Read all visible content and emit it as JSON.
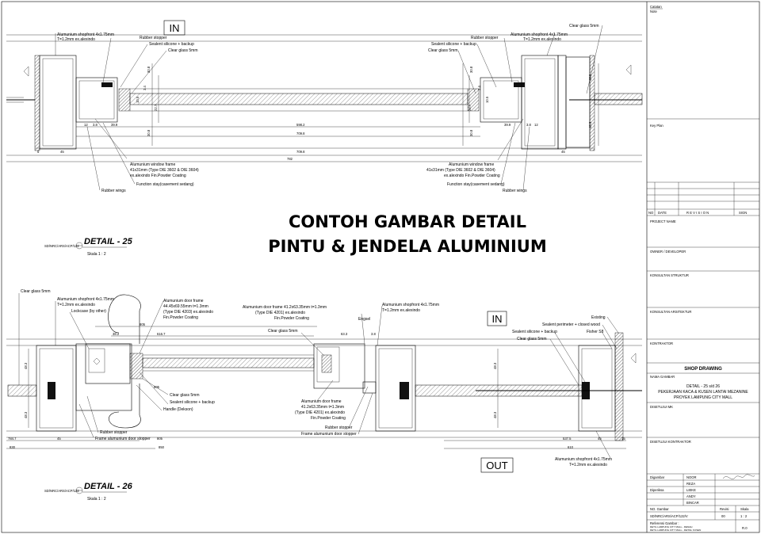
{
  "title": {
    "line1": "CONTOH GAMBAR DETAIL",
    "line2": "PINTU & JENDELA ALUMINIUM"
  },
  "tags": {
    "in_top": "IN",
    "in_bottom": "IN",
    "out_bottom": "OUT"
  },
  "detail25": {
    "title": "DETAIL - 25",
    "scale": "Skala 1 : 2",
    "ref": "SD/NRC/ARS/ACP/122"
  },
  "detail26": {
    "title": "DETAIL - 26",
    "scale": "Skala 1 : 2",
    "ref": "SD/NRC/ARS/ACP/122"
  },
  "top_left_labels": {
    "shopfront": "Alumunium shopfront 4x1.75mm",
    "shopfront2": "T=1.2mm   ex.alexindo",
    "rubber_stopper": "Rubber stopper",
    "sealant": "Sealent silicone + backup",
    "clear_glass": "Clear glass 5mm",
    "window_frame": "Alumunium window frame",
    "window_frame2": "41x31mm (Type DIE 3602 & DIE 3604)",
    "window_frame3": "ex.alexindo Fin.Powder Coating",
    "function_stay": "Function stay(casement sedang)",
    "rubber_wings": "Rubber wings"
  },
  "top_right_labels": {
    "clear_glass_r": "Clear glass 5mm",
    "shopfront": "Alumunium shopfront 4x1.75mm",
    "shopfront2": "T=1.2mm   ex.alexindo",
    "rubber_stopper": "Rubber stopper",
    "sealant": "Sealent silicone + backup",
    "clear_glass": "Clear glass 5mm",
    "window_frame": "Alumunium window frame",
    "window_frame2": "41x31mm (Type DIE 3602 & DIE 3604)",
    "window_frame3": "ex.alexindo Fin.Powder Coating",
    "function_stay": "Function stay(casement sedang)",
    "rubber_wings": "Rubber wings"
  },
  "top_dims": {
    "d1": "30.8",
    "d2": "30.8",
    "d3": "22.7",
    "d4": "10.5",
    "d5": "3.4",
    "d6": "12",
    "d7": "3.8",
    "d8": "39.9",
    "d9": "598.2",
    "d10": "709.8",
    "d11": "709.8",
    "d12": "782",
    "d13": "45",
    "d14": "5",
    "d15": "48.3",
    "d16": "48.3",
    "d17": "39.9",
    "d18": "3.8",
    "d19": "12",
    "d20": "45",
    "d21": "30.8",
    "d22": "30.8",
    "d23": "22.7",
    "d24": "10.5",
    "d25": "3.4"
  },
  "bottom_labels": {
    "clear_glass": "Clear glass 5mm",
    "shopfront": "Alumunium shopfront 4x1.75mm",
    "shopfront2": "T=1.2mm   ex.alexindo",
    "lockcase": "Lockcase (by other)",
    "door_frame": "Alumunium door frame",
    "door_frame2": "44.45x69.55mm t=1.3mm",
    "door_frame3": "(Type DIE 4203) ex.alexindo",
    "door_frame4": "Fin.Powder Coating",
    "door_frame_b": "Alumunium door frame 41.2x63.35mm t=1.3mm",
    "door_frame_b2": "(Type DIE 4201) ex.alexindo",
    "door_frame_b3": "Fin.Powder Coating",
    "shopfront_b": "Alumunium shopfront 4x1.75mm",
    "shopfront_b2": "T=1.2mm   ex.alexindo",
    "engsel": "Engsel",
    "clear_glass_c": "Clear glass 5mm",
    "clear_glass_d": "Clear glass 5mm",
    "sealant_d": "Sealent silicone + backup",
    "handle": "Handle (Dekson)",
    "rubber_stopper": "Rubber stopper",
    "frame_stopper": "Frame alumunium door stopper",
    "door_frame_c": "Alumunium door frame",
    "door_frame_c2": "41.2x63.35mm t=1.3mm",
    "door_frame_c3": "(Type DIE 4201) ex.alexindo",
    "door_frame_c4": "Fin.Powder Coating",
    "rubber_stopper_c": "Rubber stopper",
    "frame_stopper_c": "Frame alumunium door stopper",
    "existing": "Existing",
    "sealant_perimeter": "Sealent perimeter + closed wood",
    "sealant_r": "Sealent silicone + backup",
    "fisher": "Fisher S8",
    "clear_glass_r": "Clear glass 5mm",
    "shopfront_r": "Alumunium shopfront 4x1.75mm",
    "shopfront_r2": "T=1.2mm   ex.alexindo"
  },
  "bottom_dims": {
    "e1": "48.3",
    "e2": "48.3",
    "e3": "805",
    "e4": "38.2",
    "e5": "616.7",
    "e6": "63.3",
    "e7": "3.8",
    "e8": "805",
    "e9": "784.7",
    "e10": "45",
    "e11": "830",
    "e12": "805",
    "e13": "850",
    "e14": "48.3",
    "e15": "48.3",
    "e16": "537.5",
    "e17": "45",
    "e18": "15",
    "e19": "610"
  },
  "titleblock": {
    "catatan": "Catatan",
    "catatan_sub": "Note",
    "key_note": "Key Plan",
    "col_no": "NO",
    "col_date": "DATE",
    "col_revision": "R E V I S I O N",
    "col_sign": "SIGN",
    "project": "PROJECT  NAME",
    "owner": "OWNER  /  DEVELOPER",
    "struktur": "KONSULTAN  STRUKTUR",
    "arsitektur": "KONSULTAN  ARSITEKTUR",
    "kontraktor": "KONTRAKTOR",
    "shop_drawing": "SHOP  DRAWING",
    "nama_gambar": "NAMA  GAMBAR",
    "nama1": "DETAIL - 25 s/d 26",
    "nama2": "PEKERJAAN KACA & KUSEN LANTAI MEZANINE",
    "nama3": "PROYEK LAMPUNG CITY MALL",
    "disetujui_mk": "DISETUJUI  MK",
    "disetujui_kontraktor": "DISETUJUI  KONTRAKTOR",
    "digambar": "Digambar",
    "diperiksa": "Diperiksa",
    "names": [
      "NOOR",
      "REZA",
      "LIEKE",
      "ANDY",
      "BINCAR"
    ],
    "no_gambar": "NO. Gambar",
    "revisi": "Revisi",
    "skala": "Skala",
    "no_gambar_val": "SD/NRC/ARS/ACP/122/V",
    "revisi_val": "00",
    "skala_val": "1 : 2",
    "referensi": "Referensi Gambar :",
    "ref1": "DETIL LAMPUNG CITY MALL - DENAH",
    "ref2": "DETIL LAMPUNG CITY MALL - DETAIL KUSEN",
    "sheet_no": "R.0"
  }
}
